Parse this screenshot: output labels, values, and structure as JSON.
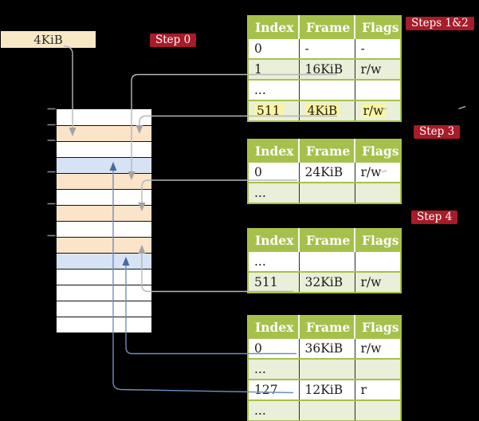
{
  "colors": {
    "background": "#000000",
    "table_header_green": "#a6c14b",
    "table_row_light_green": "#e9efd8",
    "frame_table_orange": "#fce4c8",
    "frame_mapped_blue": "#d6e3f4",
    "free_frame_wheat": "#f7e9c6",
    "highlight_yellow": "#fbf5a3",
    "step_badge_red": "#a81b28",
    "arrow_gray": "#b6b6b6",
    "arrow_blue": "#6d8fc0"
  },
  "free_frame_box": {
    "label": "4KiB"
  },
  "step_badges": [
    {
      "id": "step-0",
      "label": "Step 0"
    },
    {
      "id": "steps-1-2",
      "label": "Steps 1&2"
    },
    {
      "id": "step-3",
      "label": "Step 3"
    },
    {
      "id": "step-4",
      "label": "Step 4"
    }
  ],
  "memory_stack": {
    "rows": [
      {
        "type": "free"
      },
      {
        "type": "table"
      },
      {
        "type": "free"
      },
      {
        "type": "mapped"
      },
      {
        "type": "table"
      },
      {
        "type": "free"
      },
      {
        "type": "table"
      },
      {
        "type": "free"
      },
      {
        "type": "table"
      },
      {
        "type": "mapped"
      },
      {
        "type": "free"
      },
      {
        "type": "free"
      },
      {
        "type": "free"
      },
      {
        "type": "free"
      }
    ]
  },
  "page_tables": [
    {
      "name": "page-table-steps-1-2",
      "headers": [
        "Index",
        "Frame",
        "Flags"
      ],
      "rows": [
        {
          "cells": [
            "0",
            "-",
            "-"
          ]
        },
        {
          "cells": [
            "1",
            "16KiB",
            "r/w"
          ]
        },
        {
          "cells": [
            "...",
            "",
            ""
          ]
        },
        {
          "cells": [
            "511",
            "4KiB",
            "r/w"
          ],
          "highlight": true
        }
      ]
    },
    {
      "name": "page-table-step-3",
      "headers": [
        "Index",
        "Frame",
        "Flags"
      ],
      "rows": [
        {
          "cells": [
            "0",
            "24KiB",
            "r/w"
          ]
        },
        {
          "cells": [
            "...",
            "",
            ""
          ]
        }
      ]
    },
    {
      "name": "page-table-step-4",
      "headers": [
        "Index",
        "Frame",
        "Flags"
      ],
      "rows": [
        {
          "cells": [
            "...",
            "",
            ""
          ]
        },
        {
          "cells": [
            "511",
            "32KiB",
            "r/w"
          ]
        }
      ]
    },
    {
      "name": "page-table-final",
      "headers": [
        "Index",
        "Frame",
        "Flags"
      ],
      "rows": [
        {
          "cells": [
            "0",
            "36KiB",
            "r/w"
          ]
        },
        {
          "cells": [
            "...",
            "",
            ""
          ]
        },
        {
          "cells": [
            "127",
            "12KiB",
            "r"
          ]
        },
        {
          "cells": [
            "...",
            "",
            ""
          ]
        }
      ]
    }
  ]
}
